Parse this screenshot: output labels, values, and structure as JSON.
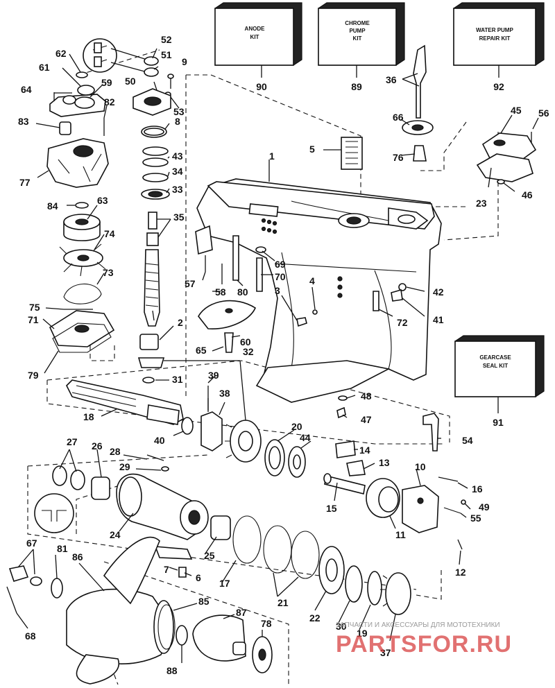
{
  "kits": [
    {
      "id": "anode-kit",
      "label": "ANODE\nKIT",
      "number": "90"
    },
    {
      "id": "chrome-pump-kit",
      "label": "CHROME\nPUMP\nKIT",
      "number": "89"
    },
    {
      "id": "water-pump-repair-kit",
      "label": "WATER PUMP\nREPAIR KIT",
      "number": "92"
    },
    {
      "id": "gearcase-seal-kit",
      "label": "GEARCASE\nSEAL KIT",
      "number": "91"
    }
  ],
  "callouts": [
    "1",
    "2",
    "3",
    "4",
    "5",
    "6",
    "7",
    "8",
    "9",
    "10",
    "11",
    "12",
    "13",
    "14",
    "15",
    "16",
    "17",
    "18",
    "19",
    "20",
    "21",
    "22",
    "23",
    "24",
    "25",
    "26",
    "27",
    "28",
    "29",
    "30",
    "31",
    "32",
    "33",
    "34",
    "35",
    "36",
    "37",
    "38",
    "39",
    "40",
    "41",
    "42",
    "43",
    "44",
    "45",
    "46",
    "47",
    "48",
    "49",
    "50",
    "51",
    "52",
    "53",
    "54",
    "55",
    "56",
    "57",
    "58",
    "59",
    "60",
    "61",
    "62",
    "63",
    "64",
    "65",
    "66",
    "67",
    "68",
    "69",
    "70",
    "71",
    "72",
    "73",
    "74",
    "75",
    "76",
    "77",
    "78",
    "79",
    "80",
    "81",
    "82",
    "83",
    "84",
    "85",
    "86",
    "87",
    "88"
  ],
  "watermark": {
    "tagline": "ЗАПЧАСТИ И АКСЕССУАРЫ ДЛЯ МОТОТЕХНИКИ",
    "brand": "PARTSFOR.RU"
  }
}
